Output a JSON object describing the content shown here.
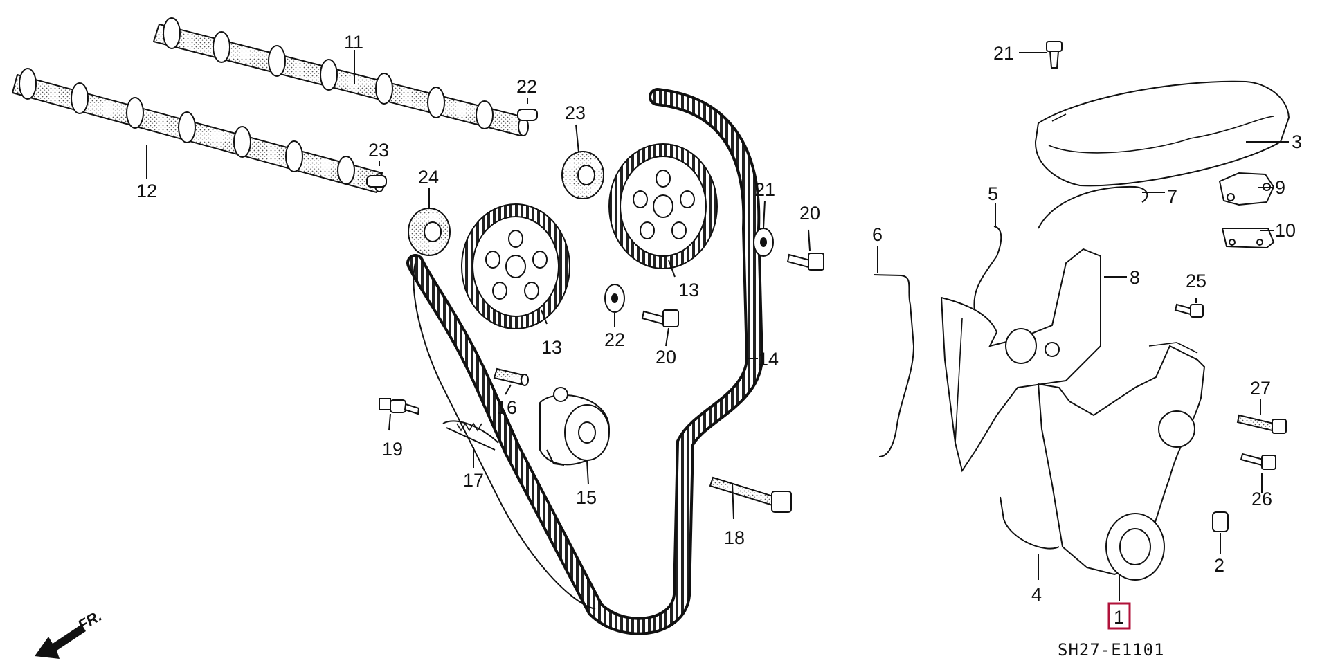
{
  "diagram": {
    "code": "SH27-E1101",
    "front_marker": "FR.",
    "highlighted_part": "1",
    "callouts": [
      {
        "id": "c1",
        "label": "1",
        "highlighted": true
      },
      {
        "id": "c2",
        "label": "2"
      },
      {
        "id": "c3",
        "label": "3"
      },
      {
        "id": "c4",
        "label": "4"
      },
      {
        "id": "c5",
        "label": "5"
      },
      {
        "id": "c6",
        "label": "6"
      },
      {
        "id": "c7",
        "label": "7"
      },
      {
        "id": "c8",
        "label": "8"
      },
      {
        "id": "c9",
        "label": "9"
      },
      {
        "id": "c10",
        "label": "10"
      },
      {
        "id": "c11",
        "label": "11"
      },
      {
        "id": "c12",
        "label": "12"
      },
      {
        "id": "c13a",
        "label": "13"
      },
      {
        "id": "c13b",
        "label": "13"
      },
      {
        "id": "c14",
        "label": "14"
      },
      {
        "id": "c15",
        "label": "15"
      },
      {
        "id": "c16",
        "label": "16"
      },
      {
        "id": "c17",
        "label": "17"
      },
      {
        "id": "c18",
        "label": "18"
      },
      {
        "id": "c19",
        "label": "19"
      },
      {
        "id": "c20a",
        "label": "20"
      },
      {
        "id": "c20b",
        "label": "20"
      },
      {
        "id": "c21",
        "label": "21"
      },
      {
        "id": "c22a",
        "label": "22"
      },
      {
        "id": "c22b",
        "label": "22"
      },
      {
        "id": "c23a",
        "label": "23"
      },
      {
        "id": "c23b",
        "label": "23"
      },
      {
        "id": "c24a",
        "label": "24"
      },
      {
        "id": "c24b",
        "label": "24"
      },
      {
        "id": "c25",
        "label": "25"
      },
      {
        "id": "c26",
        "label": "26"
      },
      {
        "id": "c27",
        "label": "27"
      }
    ]
  }
}
